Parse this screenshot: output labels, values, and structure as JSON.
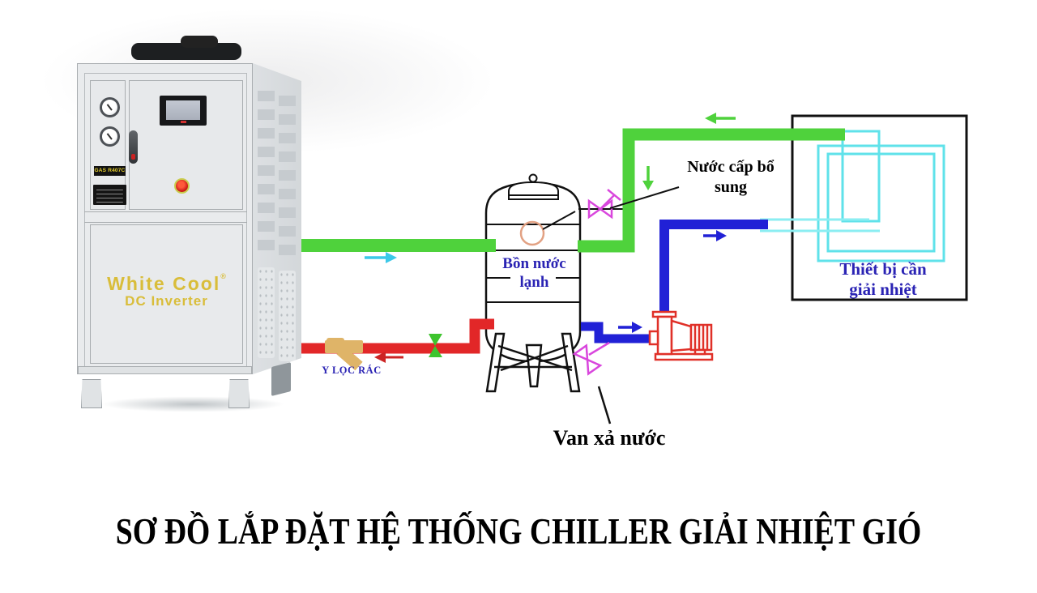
{
  "title": "SƠ ĐỒ LẮP ĐẶT HỆ THỐNG CHILLER  GIẢI NHIỆT GIÓ",
  "chiller": {
    "brand": "White Cool",
    "brand_mark": "®",
    "model": "DC Inverter",
    "gas_label": "GAS R407C"
  },
  "labels": {
    "tank": "Bồn nước\nlạnh",
    "equipment": "Thiết bị cần\ngiải nhiệt",
    "makeup_water": "Nước cấp bổ\nsung",
    "drain_valve": "Van xả nước",
    "strainer": "Y LỌC RÁC"
  },
  "colors": {
    "pipe-green": "#4fd23c",
    "pipe-red": "#e22728",
    "pipe-blue": "#2121d6",
    "coil-cyan": "#5fe2ea",
    "coil-cyan-light": "#8beef2",
    "valve-magenta": "#d946dd",
    "strainer-tan": "#dfb468",
    "label-blue": "#2a23b4",
    "arrow-cyan": "#3cc8e8",
    "arrow-red": "#cc2424",
    "brand-gold": "#d9bd3a",
    "green-valve": "#3ec42e"
  }
}
